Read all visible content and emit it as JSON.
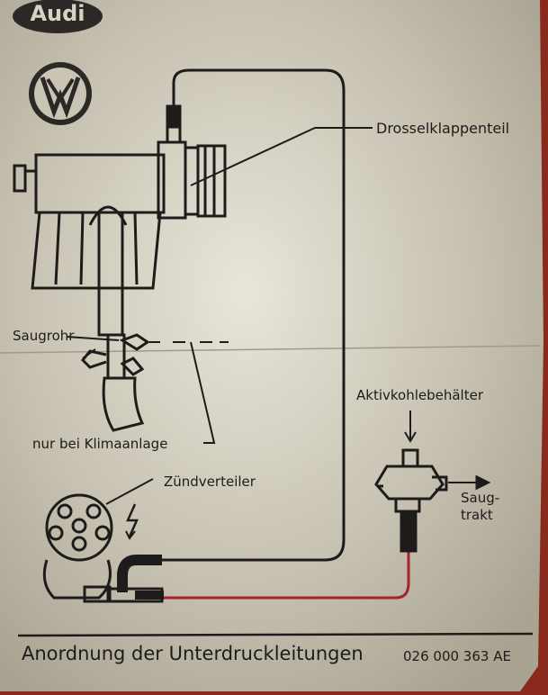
{
  "brand": {
    "audi_logo_text": "Audi",
    "vw_logo": "vw-logo"
  },
  "labels": {
    "throttle_body": "Drosselklappenteil",
    "intake_manifold": "Saugrohr",
    "ac_only": "nur bei Klimaanlage",
    "charcoal_canister": "Aktivkohlebehälter",
    "intake_tract": "Saug-\ntrakt",
    "distributor": "Zündverteiler"
  },
  "footer": {
    "title": "Anordnung der Unterdruckleitungen",
    "part_number": "026 000 363 AE"
  },
  "colors": {
    "sticker": "#c9c4b4",
    "ink": "#1e1c1a",
    "hose_red": "#a8222a",
    "background": "#8a2a1c"
  }
}
